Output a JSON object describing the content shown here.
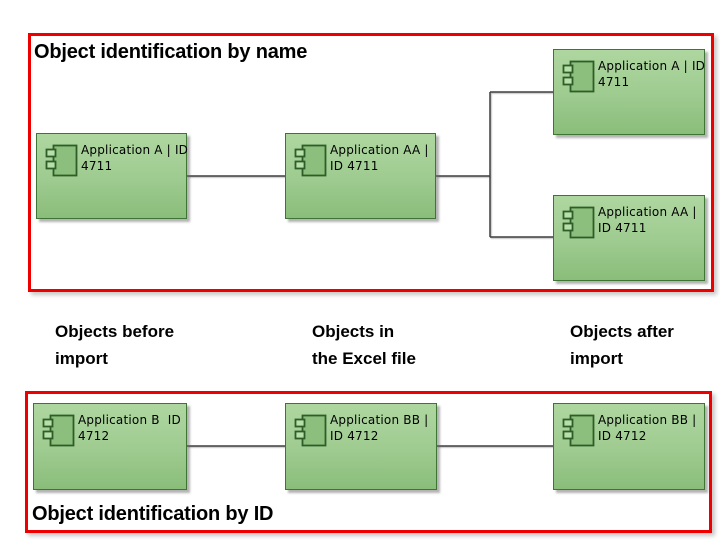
{
  "diagram": {
    "top_section": {
      "title": "Object identification by name",
      "nodes": [
        {
          "id": "app-a-before",
          "line1": "Application A | ID",
          "line2": "4711"
        },
        {
          "id": "app-aa-excel",
          "line1": "Application AA |",
          "line2": "ID 4711"
        },
        {
          "id": "app-a-after",
          "line1": "Application A | ID",
          "line2": "4711"
        },
        {
          "id": "app-aa-after",
          "line1": "Application AA |",
          "line2": "ID 4711"
        }
      ]
    },
    "column_labels": [
      {
        "line1": "Objects before",
        "line2": "import"
      },
      {
        "line1": "Objects in",
        "line2": "the Excel file"
      },
      {
        "line1": "Objects after",
        "line2": "import"
      }
    ],
    "bottom_section": {
      "title": "Object identification by ID",
      "nodes": [
        {
          "id": "app-b-before",
          "line1": "Application B  ID",
          "line2": "4712"
        },
        {
          "id": "app-bb-excel",
          "line1": "Application BB |",
          "line2": "ID 4712"
        },
        {
          "id": "app-bb-after",
          "line1": "Application BB |",
          "line2": "ID 4712"
        }
      ]
    }
  },
  "colors": {
    "frame_red": "#ee0000",
    "node_green_top": "#aed7a0",
    "node_green_bottom": "#8abd7a",
    "node_border_green": "#3e7434",
    "connector_gray": "#3f3f3f",
    "text_black": "#000000"
  }
}
